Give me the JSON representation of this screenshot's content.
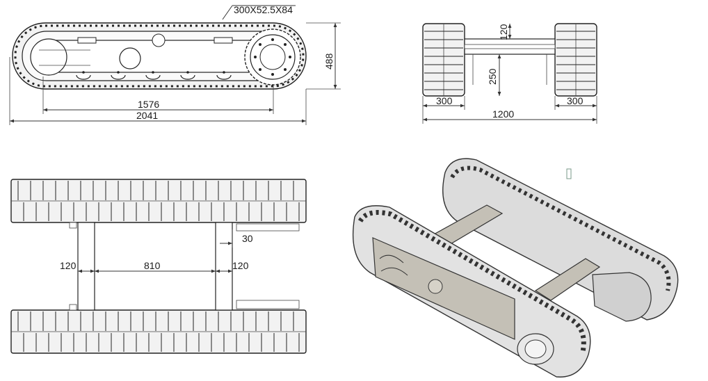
{
  "side_view": {
    "track_spec": "300X52.5X84",
    "dim_height": "488",
    "dim_inner_length": "1576",
    "dim_total_length": "2041"
  },
  "front_view": {
    "dim_frame_top": "120",
    "dim_ground_clearance": "250",
    "dim_left_track_width": "300",
    "dim_right_track_width": "300",
    "dim_total_width": "1200"
  },
  "top_view": {
    "dim_offset": "30",
    "dim_left_beam": "120",
    "dim_span": "810",
    "dim_right_beam": "120"
  },
  "iso_view": {
    "colors": {
      "frame": "#c4c0b6",
      "track": "#dcdcdc",
      "outline": "#333333"
    }
  }
}
